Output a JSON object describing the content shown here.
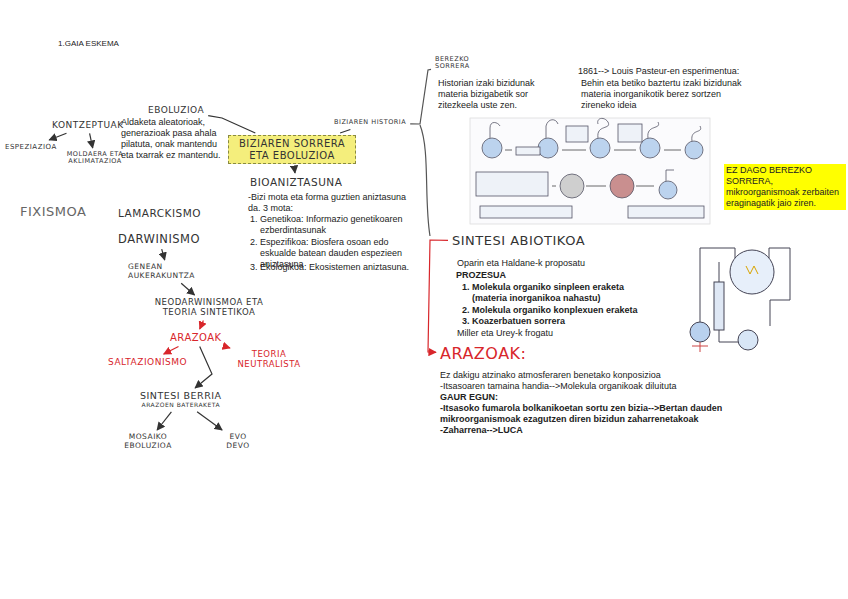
{
  "diagram": {
    "title": "1.GAIA ESKEMA",
    "nodes": [
      {
        "text": [
          "KONTZEPTUAK"
        ]
      },
      {
        "text": [
          "ESPEZIAZIOA"
        ]
      },
      {
        "text": [
          "MOLDAERA ETA AKLIMATAZIOA"
        ]
      },
      {
        "text": [
          "EBOLUZIOA"
        ]
      },
      {
        "text": [
          "BIZIAREN SORRERA ETA EBOLUZIOA"
        ]
      },
      {
        "text": [
          "BIZIAREN HISTORIA"
        ]
      },
      {
        "text": [
          "BIOANIZTASUNA"
        ]
      },
      {
        "text": [
          "FIXISMOA"
        ]
      },
      {
        "text": [
          "LAMARCKISMO"
        ]
      },
      {
        "text": [
          "DARWINISMO"
        ]
      },
      {
        "text": [
          "GENEAN AUKERAKUNTZA"
        ]
      },
      {
        "text": [
          "NEODARWINISMOA ETA TEORIA SINTETIKOA"
        ]
      },
      {
        "text": [
          "ARAZOAK"
        ]
      },
      {
        "text": [
          "SALTAZIONISMO"
        ]
      },
      {
        "text": [
          "TEORIA NEUTRALISTA"
        ]
      },
      {
        "text": [
          "SINTESI BERRIA",
          "ARAZOEN BATERAKETA"
        ]
      },
      {
        "text": [
          "MOSAIKO EBOLUZIOA"
        ]
      },
      {
        "text": [
          "EVO DEVO"
        ]
      },
      {
        "text": [
          "BEREZKO SORRERA"
        ]
      },
      {
        "text": [
          "SINTESI ABIOTIKOA"
        ]
      },
      {
        "text": [
          "ARAZOAK:"
        ]
      },
      {
        "text": [
          "EZ DAGO BEREZKO SORRERA, mikroorganismoak zerbaiten eraginagatik jaio ziren."
        ]
      }
    ],
    "edges": [
      {
        "from": 0,
        "to": 1,
        "arrow": "to"
      },
      {
        "from": 0,
        "to": 2,
        "arrow": "to"
      },
      {
        "from": 3,
        "to": 4,
        "arrow": "none"
      },
      {
        "from": 5,
        "to": 4,
        "arrow": "none"
      },
      {
        "from": 4,
        "to": 6,
        "arrow": "to"
      },
      {
        "from": 9,
        "to": 10,
        "arrow": "to"
      },
      {
        "from": 10,
        "to": 11,
        "arrow": "to"
      },
      {
        "from": 11,
        "to": 12,
        "arrow": "to"
      },
      {
        "from": 12,
        "to": 13,
        "arrow": "to"
      },
      {
        "from": 12,
        "to": 14,
        "arrow": "to"
      },
      {
        "from": 12,
        "to": 15,
        "arrow": "to"
      },
      {
        "from": 15,
        "to": 16,
        "arrow": "to"
      },
      {
        "from": 15,
        "to": 17,
        "arrow": "to"
      },
      {
        "from": 5,
        "to": 18,
        "arrow": "none"
      },
      {
        "from": 19,
        "to": 20,
        "arrow": "to"
      }
    ],
    "labels": [
      "Aldaketa aleatorioak, generazioak pasa ahala pilatuta, onak mantendu eta txarrak ez mantendu.",
      "-Bizi mota eta forma guztien aniztasuna da. 3 mota:",
      "1. Genetikoa: Informazio genetikoaren ezberdintasunak",
      "2. Espezifikoa: Biosfera osoan edo eskualde batean dauden espezieen aniztasuna",
      "3. Ekologikoa: Ekosistemen aniztasuna.",
      "Historian izaki bizidunak materia bizigabetik sor zitezkeela uste zen.",
      "1861--> Louis Pasteur-en esperimentua:",
      "Behin eta betiko baztertu izaki bizidunak materia inorganikotik berez sortzen zireneko ideia",
      "Oparin eta Haldane-k proposatu",
      "PROZESUA",
      "1. Molekula organiko sinpleen eraketa (materia inorganikoa nahastu)",
      "2. Molekula organiko konplexuen eraketa",
      "3. Koazerbatuen sorrera",
      "Miller eta Urey-k frogatu",
      "Ez dakigu atzinako atmosferaren benetako konposizioa",
      "-Itsasoaren tamaina handia-->Molekula organikoak diluituta",
      "GAUR EGUN:",
      "-Itsasoko fumarola bolkanikoetan sortu zen bizia-->Bertan dauden mikroorganismoak ezagutzen diren bizidun zaharrenetakoak",
      "-Zaharrena-->LUCA"
    ]
  }
}
